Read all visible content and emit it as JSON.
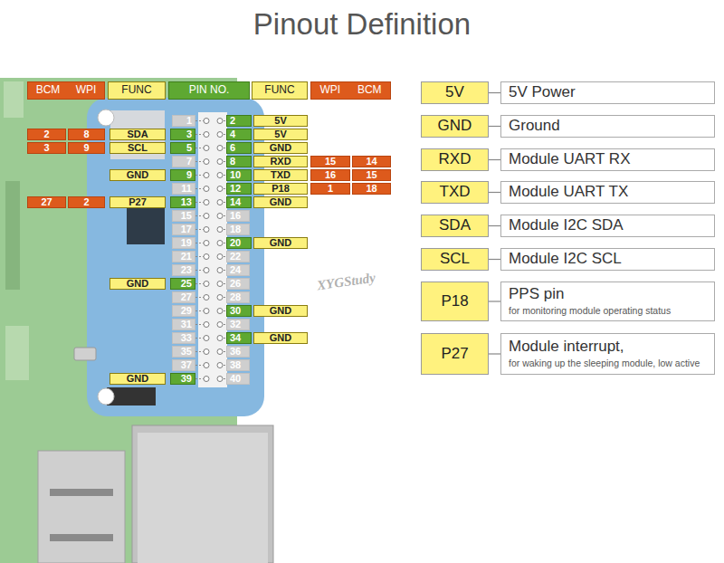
{
  "diagram": {
    "title": "Pinout Definition",
    "nodes": [
      {
        "text": [
          "BCM",
          "WPI"
        ]
      },
      {
        "text": [
          "FUNC"
        ]
      },
      {
        "text": [
          "PIN NO."
        ]
      },
      {
        "text": [
          "FUNC"
        ]
      },
      {
        "text": [
          "WPI",
          "BCM"
        ]
      },
      {
        "text": [
          "1"
        ]
      },
      {
        "text": [
          "2"
        ]
      },
      {
        "text": [
          "5V"
        ]
      },
      {
        "text": [
          "2"
        ]
      },
      {
        "text": [
          "8"
        ]
      },
      {
        "text": [
          "SDA"
        ]
      },
      {
        "text": [
          "3"
        ]
      },
      {
        "text": [
          "4"
        ]
      },
      {
        "text": [
          "5V"
        ]
      },
      {
        "text": [
          "3"
        ]
      },
      {
        "text": [
          "9"
        ]
      },
      {
        "text": [
          "SCL"
        ]
      },
      {
        "text": [
          "5"
        ]
      },
      {
        "text": [
          "6"
        ]
      },
      {
        "text": [
          "GND"
        ]
      },
      {
        "text": [
          "7"
        ]
      },
      {
        "text": [
          "8"
        ]
      },
      {
        "text": [
          "RXD"
        ]
      },
      {
        "text": [
          "15"
        ]
      },
      {
        "text": [
          "14"
        ]
      },
      {
        "text": [
          "GND"
        ]
      },
      {
        "text": [
          "9"
        ]
      },
      {
        "text": [
          "10"
        ]
      },
      {
        "text": [
          "TXD"
        ]
      },
      {
        "text": [
          "16"
        ]
      },
      {
        "text": [
          "15"
        ]
      },
      {
        "text": [
          "11"
        ]
      },
      {
        "text": [
          "12"
        ]
      },
      {
        "text": [
          "P18"
        ]
      },
      {
        "text": [
          "1"
        ]
      },
      {
        "text": [
          "18"
        ]
      },
      {
        "text": [
          "27"
        ]
      },
      {
        "text": [
          "2"
        ]
      },
      {
        "text": [
          "P27"
        ]
      },
      {
        "text": [
          "13"
        ]
      },
      {
        "text": [
          "14"
        ]
      },
      {
        "text": [
          "GND"
        ]
      },
      {
        "text": [
          "15"
        ]
      },
      {
        "text": [
          "16"
        ]
      },
      {
        "text": [
          "17"
        ]
      },
      {
        "text": [
          "18"
        ]
      },
      {
        "text": [
          "19"
        ]
      },
      {
        "text": [
          "20"
        ]
      },
      {
        "text": [
          "GND"
        ]
      },
      {
        "text": [
          "21"
        ]
      },
      {
        "text": [
          "22"
        ]
      },
      {
        "text": [
          "23"
        ]
      },
      {
        "text": [
          "24"
        ]
      },
      {
        "text": [
          "GND"
        ]
      },
      {
        "text": [
          "25"
        ]
      },
      {
        "text": [
          "26"
        ]
      },
      {
        "text": [
          "27"
        ]
      },
      {
        "text": [
          "28"
        ]
      },
      {
        "text": [
          "29"
        ]
      },
      {
        "text": [
          "30"
        ]
      },
      {
        "text": [
          "GND"
        ]
      },
      {
        "text": [
          "31"
        ]
      },
      {
        "text": [
          "32"
        ]
      },
      {
        "text": [
          "33"
        ]
      },
      {
        "text": [
          "34"
        ]
      },
      {
        "text": [
          "GND"
        ]
      },
      {
        "text": [
          "35"
        ]
      },
      {
        "text": [
          "36"
        ]
      },
      {
        "text": [
          "37"
        ]
      },
      {
        "text": [
          "38"
        ]
      },
      {
        "text": [
          "GND"
        ]
      },
      {
        "text": [
          "39"
        ]
      },
      {
        "text": [
          "40"
        ]
      },
      {
        "text": [
          "5V"
        ]
      },
      {
        "text": [
          "5V Power"
        ]
      },
      {
        "text": [
          "GND"
        ]
      },
      {
        "text": [
          "Ground"
        ]
      },
      {
        "text": [
          "RXD"
        ]
      },
      {
        "text": [
          "Module UART RX"
        ]
      },
      {
        "text": [
          "TXD"
        ]
      },
      {
        "text": [
          "Module UART TX"
        ]
      },
      {
        "text": [
          "SDA"
        ]
      },
      {
        "text": [
          "Module I2C SDA"
        ]
      },
      {
        "text": [
          "SCL"
        ]
      },
      {
        "text": [
          "Module I2C SCL"
        ]
      },
      {
        "text": [
          "P18"
        ]
      },
      {
        "text": [
          "PPS pin",
          "for monitoring module operating status"
        ]
      },
      {
        "text": [
          "P27"
        ]
      },
      {
        "text": [
          "Module interrupt,",
          "for waking up the sleeping module, low active"
        ]
      }
    ],
    "edges": [
      {
        "from": 73,
        "to": 74,
        "arrow": "none"
      },
      {
        "from": 75,
        "to": 76,
        "arrow": "none"
      },
      {
        "from": 77,
        "to": 78,
        "arrow": "none"
      },
      {
        "from": 79,
        "to": 80,
        "arrow": "none"
      },
      {
        "from": 81,
        "to": 82,
        "arrow": "none"
      },
      {
        "from": 83,
        "to": 84,
        "arrow": "none"
      },
      {
        "from": 85,
        "to": 86,
        "arrow": "none"
      },
      {
        "from": 87,
        "to": 88,
        "arrow": "none"
      }
    ],
    "labels": [
      "XYGStudy"
    ]
  }
}
